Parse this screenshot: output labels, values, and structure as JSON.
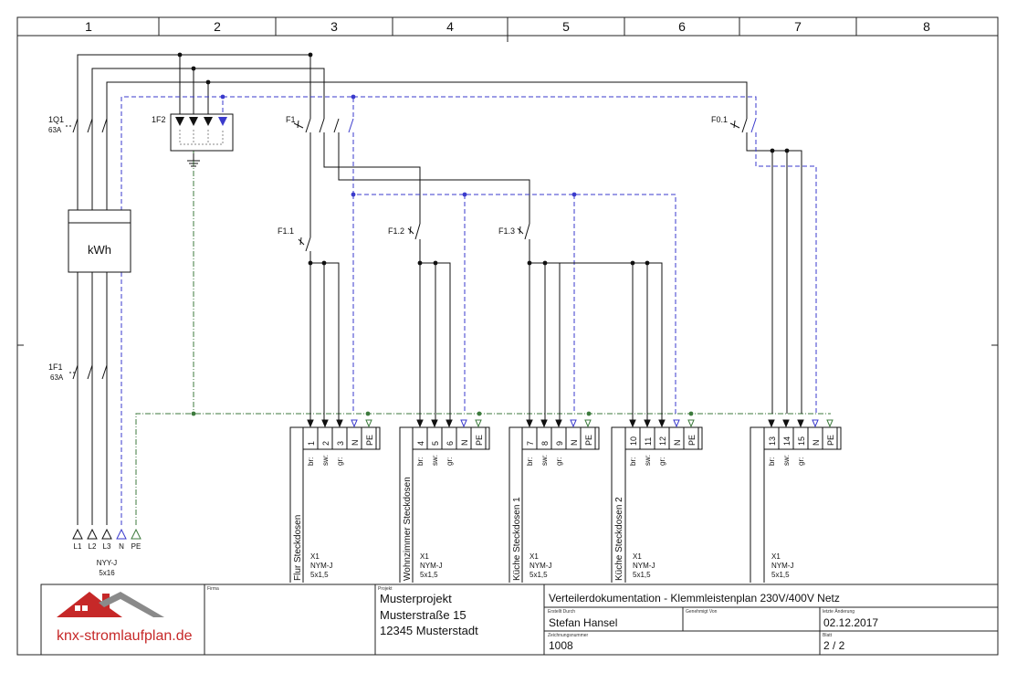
{
  "columns": [
    "1",
    "2",
    "3",
    "4",
    "5",
    "6",
    "7",
    "8"
  ],
  "main": {
    "breaker_1Q1": "1Q1",
    "breaker_1Q1_rating": "63A",
    "surge_1F2": "1F2",
    "breaker_F1": "F1",
    "breaker_F01": "F0.1",
    "meter": "kWh",
    "fuse_1F1": "1F1",
    "fuse_1F1_rating": "63A",
    "supply_terminals": [
      "L1",
      "L2",
      "L3",
      "N",
      "PE"
    ],
    "supply_cable": "NYY-J",
    "supply_cable_size": "5x16"
  },
  "circuits": [
    {
      "breaker": "F1.1",
      "terminals": [
        "1",
        "2",
        "3",
        "N",
        "PE"
      ],
      "wires": [
        "br:",
        "sw:",
        "gr:"
      ],
      "name": "Flur Steckdosen",
      "strip": "X1",
      "cable": "NYM-J",
      "size": "5x1,5"
    },
    {
      "breaker": "F1.2",
      "terminals": [
        "4",
        "5",
        "6",
        "N",
        "PE"
      ],
      "wires": [
        "br:",
        "sw:",
        "gr:"
      ],
      "name": "Wohnzimmer Steckdosen",
      "strip": "X1",
      "cable": "NYM-J",
      "size": "5x1,5"
    },
    {
      "breaker": "F1.3",
      "terminals": [
        "7",
        "8",
        "9",
        "N",
        "PE"
      ],
      "wires": [
        "br:",
        "sw:",
        "gr:"
      ],
      "name": "Küche Steckdosen 1",
      "strip": "X1",
      "cable": "NYM-J",
      "size": "5x1,5"
    },
    {
      "breaker": "",
      "terminals": [
        "10",
        "11",
        "12",
        "N",
        "PE"
      ],
      "wires": [
        "br:",
        "sw:",
        "gr:"
      ],
      "name": "Küche Steckdosen 2",
      "strip": "X1",
      "cable": "NYM-J",
      "size": "5x1,5"
    },
    {
      "breaker": "",
      "terminals": [
        "13",
        "14",
        "15",
        "N",
        "PE"
      ],
      "wires": [
        "br:",
        "sw:",
        "gr:"
      ],
      "name": "",
      "strip": "X1",
      "cable": "NYM-J",
      "size": "5x1,5"
    }
  ],
  "title_block": {
    "logo_text": "knx-stromlaufplan.de",
    "firma_label": "Firma",
    "projekt_label": "Projekt",
    "project_name": "Musterprojekt",
    "street": "Musterstraße 15",
    "city": "12345 Musterstadt",
    "doc_title": "Verteilerdokumentation - Klemmleistenplan 230V/400V Netz",
    "created_by_label": "Erstellt Durch",
    "created_by": "Stefan Hansel",
    "approved_label": "Genehmigt Von",
    "last_change_label": "letzte Änderung",
    "date": "02.12.2017",
    "drawing_no_label": "Zeichnungsnummer",
    "drawing_no": "1008",
    "sheet_label": "Blatt",
    "sheet": "2 / 2"
  },
  "colors": {
    "line": "#111111",
    "neutral": "#3a3acc",
    "pe": "#3c7a3c",
    "logo_red": "#c62828",
    "logo_roof": "#8a8a8a"
  }
}
